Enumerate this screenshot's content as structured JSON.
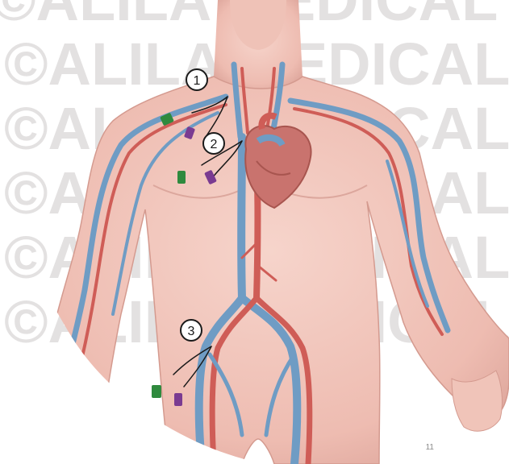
{
  "watermark": {
    "text": "©ALILA MEDICAL MEDIA ©",
    "rows": 6
  },
  "callouts": [
    {
      "id": "1",
      "label": "1"
    },
    {
      "id": "2",
      "label": "2"
    },
    {
      "id": "3",
      "label": "3"
    }
  ],
  "page_number": "11",
  "colors": {
    "skin": "#f0c7bd",
    "skin_shadow": "#d9a79c",
    "artery": "#cf5d57",
    "vein": "#6f9cc4",
    "heart": "#c9736e",
    "catheter_green": "#2f8a3e",
    "catheter_purple": "#7a3b91",
    "watermark": "#d9d9d9"
  },
  "icons": {
    "watermark": "copyright-watermark-icon",
    "catheter": "catheter-hub-icon"
  }
}
